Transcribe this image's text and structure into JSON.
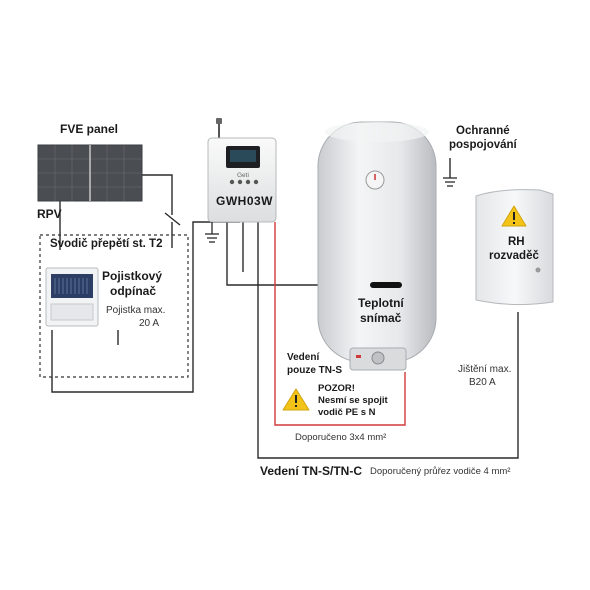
{
  "labels": {
    "fve_panel": "FVE panel",
    "rpv": "RPV",
    "svodic": "Svodič přepětí st. T2",
    "pojistkovy_l1": "Pojistkový",
    "pojistkovy_l2": "odpínač",
    "pojistka_l1": "Pojistka max.",
    "pojistka_l2": "20 A",
    "controller_brand": "Geti",
    "controller_model": "GWH03W",
    "ochranne_l1": "Ochranné",
    "ochranne_l2": "pospojování",
    "rh_l1": "RH",
    "rh_l2": "rozvaděč",
    "teplotni_l1": "Teplotní",
    "teplotni_l2": "snímač",
    "vedeni_pouze_l1": "Vedení",
    "vedeni_pouze_l2": "pouze TN-S",
    "pozor_l1": "POZOR!",
    "pozor_l2": "Nesmí se spojit",
    "pozor_l3": "vodič PE s N",
    "jisteni_l1": "Jištění max.",
    "jisteni_l2": "B20 A",
    "doporuceno": "Doporučeno 3x4 mm²",
    "vedeni_tn": "Vedení TN-S/TN-C",
    "doporuceny_prurez": "Doporučený průřez vodiče 4 mm²"
  },
  "colors": {
    "wire": "#2b2b2b",
    "red_wire": "#d23a3a",
    "warning": "#f3c318",
    "boiler": "#e9ebed"
  },
  "icons": [
    "solar-panel-icon",
    "fuse-disconnector-icon",
    "controller-icon",
    "antenna-icon",
    "ground-icon",
    "water-heater-icon",
    "warning-icon",
    "distribution-board-icon"
  ]
}
